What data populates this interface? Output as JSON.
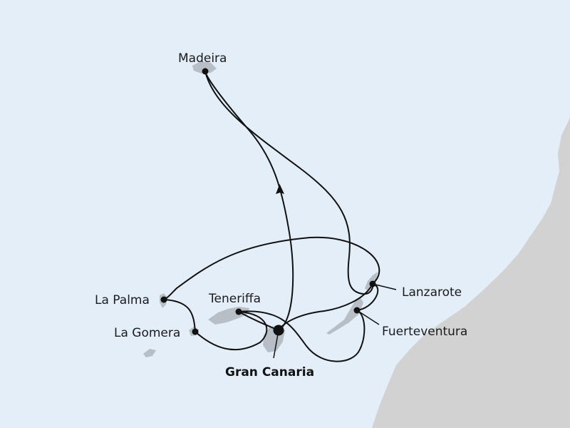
{
  "map": {
    "colors": {
      "sea": "#e4eef9",
      "land": "#d2d2d2",
      "island": "#b7bec6",
      "route": "#111111"
    },
    "ports": [
      {
        "id": "madeira",
        "name": "Madeira",
        "start": false
      },
      {
        "id": "la-palma",
        "name": "La Palma",
        "start": false
      },
      {
        "id": "teneriffa",
        "name": "Teneriffa",
        "start": false
      },
      {
        "id": "la-gomera",
        "name": "La Gomera",
        "start": false
      },
      {
        "id": "lanzarote",
        "name": "Lanzarote",
        "start": false
      },
      {
        "id": "fuerteventura",
        "name": "Fuerteventura",
        "start": false
      },
      {
        "id": "gran-canaria",
        "name": "Gran Canaria",
        "start": true
      }
    ],
    "route_order": [
      "Gran Canaria",
      "Madeira",
      "Lanzarote",
      "La Palma",
      "La Gomera",
      "Teneriffa",
      "Fuerteventura",
      "Gran Canaria"
    ]
  }
}
